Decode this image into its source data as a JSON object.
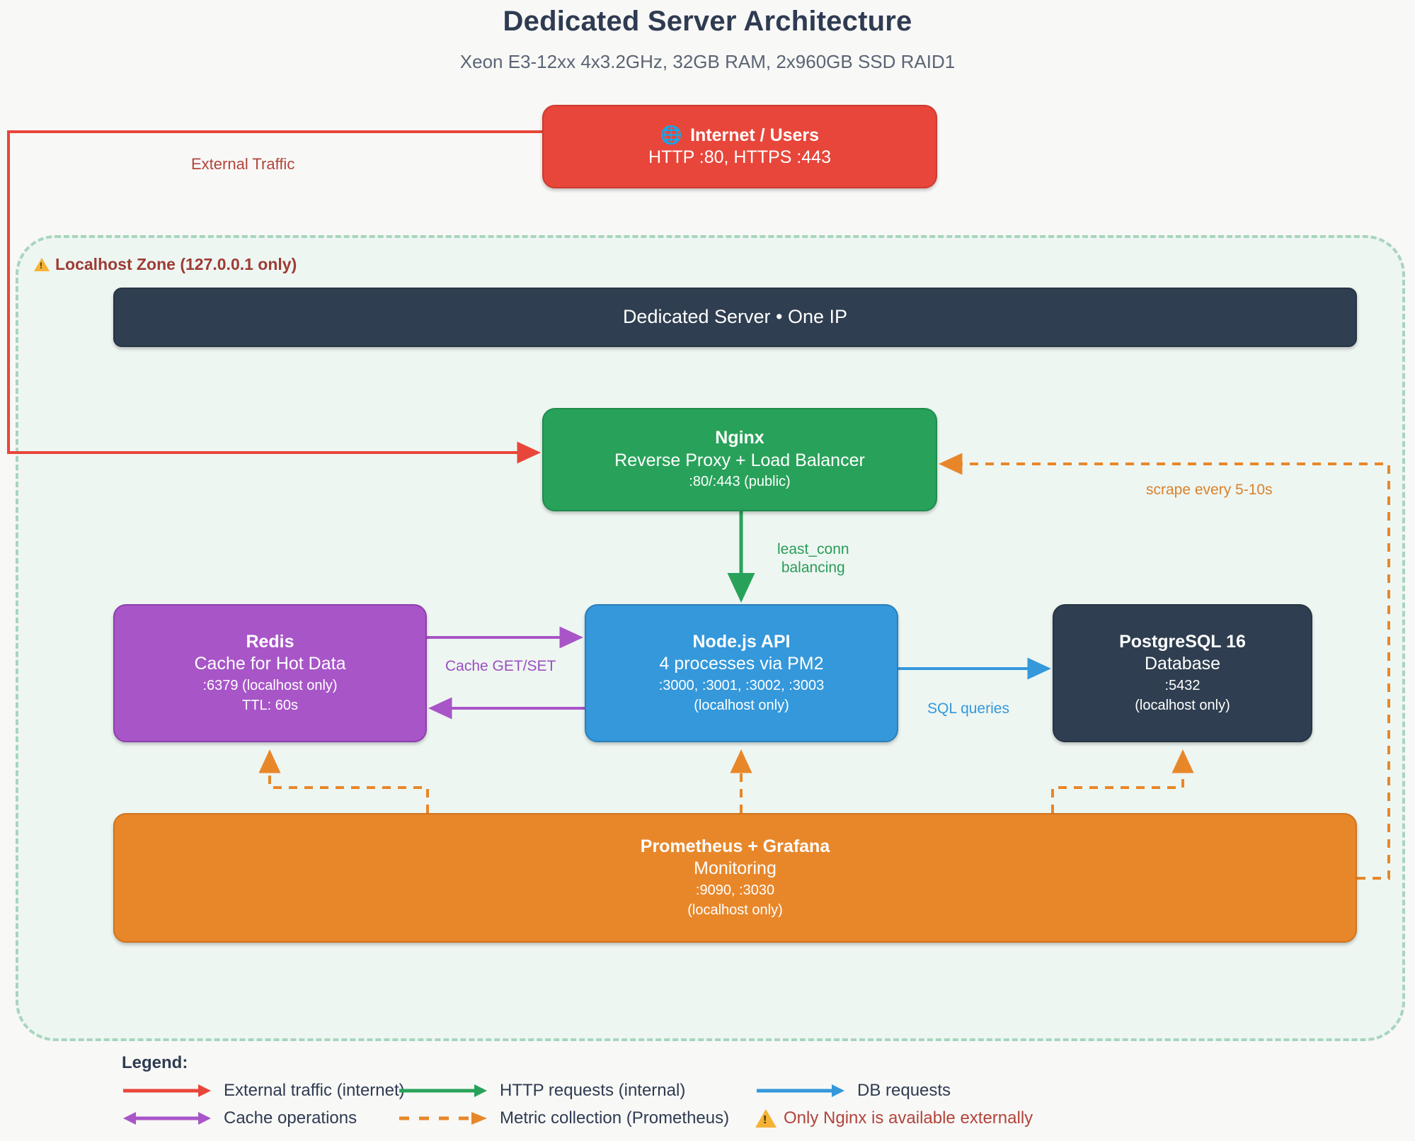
{
  "header": {
    "title": "Dedicated Server Architecture",
    "subtitle": "Xeon E3-12xx 4x3.2GHz, 32GB RAM, 2x960GB SSD RAID1"
  },
  "zone": {
    "label": "Localhost Zone (127.0.0.1 only)",
    "warn_icon": "warning-triangle-icon"
  },
  "nodes": {
    "internet": {
      "icon": "globe-icon",
      "glyph": "🌐",
      "title": "Internet / Users",
      "line2": "HTTP :80, HTTPS :443",
      "color": "#e8463a"
    },
    "server_bar": {
      "title": "Dedicated Server • One IP",
      "color": "#2f3e50"
    },
    "nginx": {
      "title": "Nginx",
      "line2": "Reverse Proxy + Load Balancer",
      "line3": ":80/:443 (public)",
      "color": "#28a25a"
    },
    "redis": {
      "title": "Redis",
      "line2": "Cache for Hot Data",
      "line3": ":6379 (localhost only)",
      "line4": "TTL: 60s",
      "color": "#a855c8"
    },
    "nodeapi": {
      "title": "Node.js API",
      "line2": "4 processes via PM2",
      "line3": ":3000, :3001, :3002, :3003",
      "line4": "(localhost only)",
      "color": "#3498db"
    },
    "postgres": {
      "title": "PostgreSQL 16",
      "line2": "Database",
      "line3": ":5432",
      "line4": "(localhost only)",
      "color": "#2f3e50"
    },
    "monitoring": {
      "title": "Prometheus + Grafana",
      "line2": "Monitoring",
      "line3": ":9090, :3030",
      "line4": "(localhost only)",
      "color": "#e8872a"
    }
  },
  "edge_labels": {
    "external_traffic": "External Traffic",
    "least_conn": "least_conn\nbalancing",
    "scrape": "scrape every 5-10s",
    "cache": "Cache GET/SET",
    "sql": "SQL queries"
  },
  "legend": {
    "title": "Legend:",
    "items": [
      {
        "label": "External traffic (internet)",
        "color": "#e8463a",
        "style": "solid",
        "arrow": "end",
        "icon": "arrow-right-icon"
      },
      {
        "label": "HTTP requests (internal)",
        "color": "#28a25a",
        "style": "solid",
        "arrow": "end",
        "icon": "arrow-right-icon"
      },
      {
        "label": "DB requests",
        "color": "#3498db",
        "style": "solid",
        "arrow": "end",
        "icon": "arrow-right-icon"
      },
      {
        "label": "Cache operations",
        "color": "#a855c8",
        "style": "solid",
        "arrow": "both",
        "icon": "arrow-both-icon"
      },
      {
        "label": "Metric collection (Prometheus)",
        "color": "#e8872a",
        "style": "dashed",
        "arrow": "end",
        "icon": "dashed-arrow-right-icon"
      },
      {
        "label": "Only Nginx is available externally",
        "color": "#b2443c",
        "style": "warning",
        "arrow": "none",
        "icon": "warning-triangle-icon"
      }
    ]
  },
  "colors": {
    "external": "#e8463a",
    "http": "#28a25a",
    "db": "#3498db",
    "cache": "#a855c8",
    "metric": "#e8872a",
    "zone_border": "#a8d5bd",
    "zone_fill": "#eef6f2",
    "dark": "#2f3e50",
    "text": "#2f3b52",
    "warn_text": "#b2443c"
  }
}
